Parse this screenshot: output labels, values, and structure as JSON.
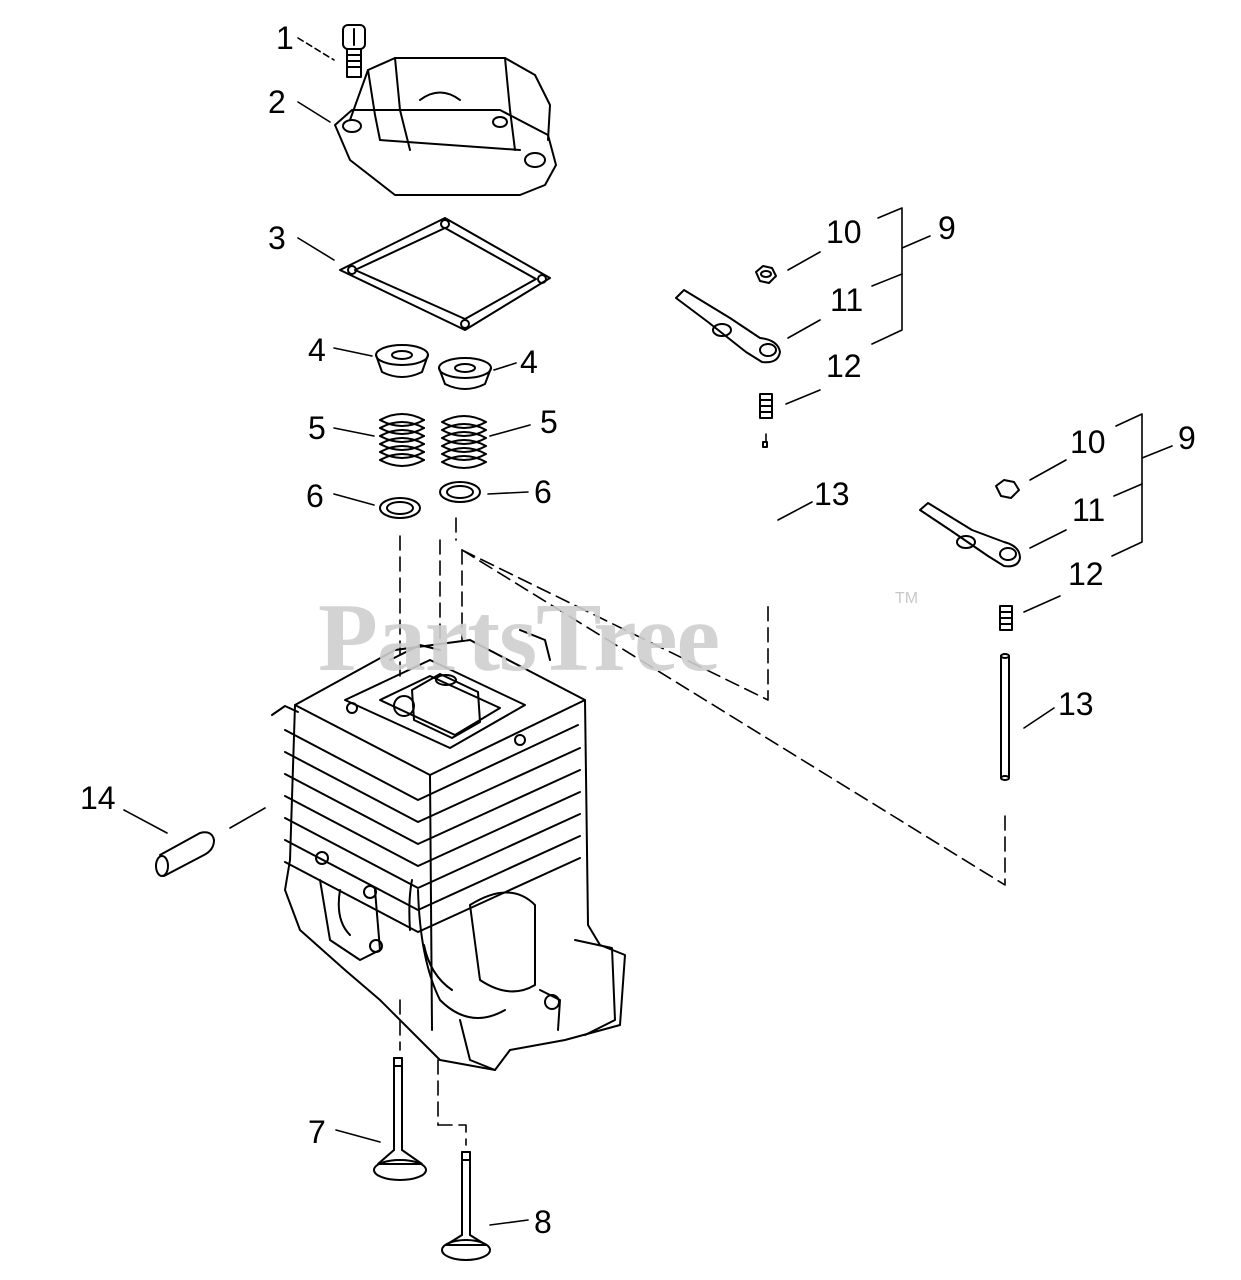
{
  "watermark": {
    "brand": "PartsTree",
    "trademark": "TM"
  },
  "callouts": [
    "1",
    "2",
    "3",
    "4",
    "4",
    "5",
    "5",
    "6",
    "6",
    "7",
    "8",
    "9",
    "10",
    "11",
    "12",
    "13",
    "9",
    "10",
    "11",
    "12",
    "13",
    "14"
  ],
  "parts": [
    {
      "ref": "1",
      "label": "1"
    },
    {
      "ref": "2",
      "label": "2"
    },
    {
      "ref": "3",
      "label": "3"
    },
    {
      "ref": "4",
      "label": "4"
    },
    {
      "ref": "5",
      "label": "5"
    },
    {
      "ref": "6",
      "label": "6"
    },
    {
      "ref": "7",
      "label": "7"
    },
    {
      "ref": "8",
      "label": "8"
    },
    {
      "ref": "9",
      "label": "9"
    },
    {
      "ref": "10",
      "label": "10"
    },
    {
      "ref": "11",
      "label": "11"
    },
    {
      "ref": "12",
      "label": "12"
    },
    {
      "ref": "13",
      "label": "13"
    },
    {
      "ref": "14",
      "label": "14"
    }
  ]
}
